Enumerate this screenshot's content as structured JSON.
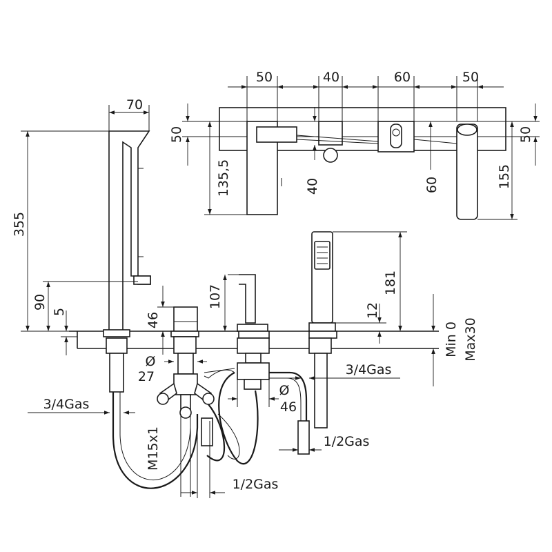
{
  "top_view": {
    "width_1": "50",
    "width_2": "40",
    "width_3": "60",
    "width_4": "50",
    "height_left": "50",
    "height_right": "50",
    "depth_spout": "135,5",
    "depth_2": "40",
    "depth_3": "60",
    "depth_4": "155"
  },
  "side_view": {
    "spout_width": "70",
    "spout_height": "355",
    "spout_outlet": "90",
    "spout_base": "5",
    "handle_height": "46",
    "diverter_height": "107",
    "shower_height": "181",
    "shower_base": "12",
    "deck_min": "Min 0",
    "deck_max": "Max30",
    "dia_1": "Ø",
    "dia_1_value": "27",
    "dia_2": "Ø",
    "dia_2_value": "46",
    "thread_left": "3/4Gas",
    "thread_right": "3/4Gas",
    "thread_m15": "M15x1",
    "thread_bottom": "1/2Gas",
    "thread_shower": "1/2Gas"
  }
}
